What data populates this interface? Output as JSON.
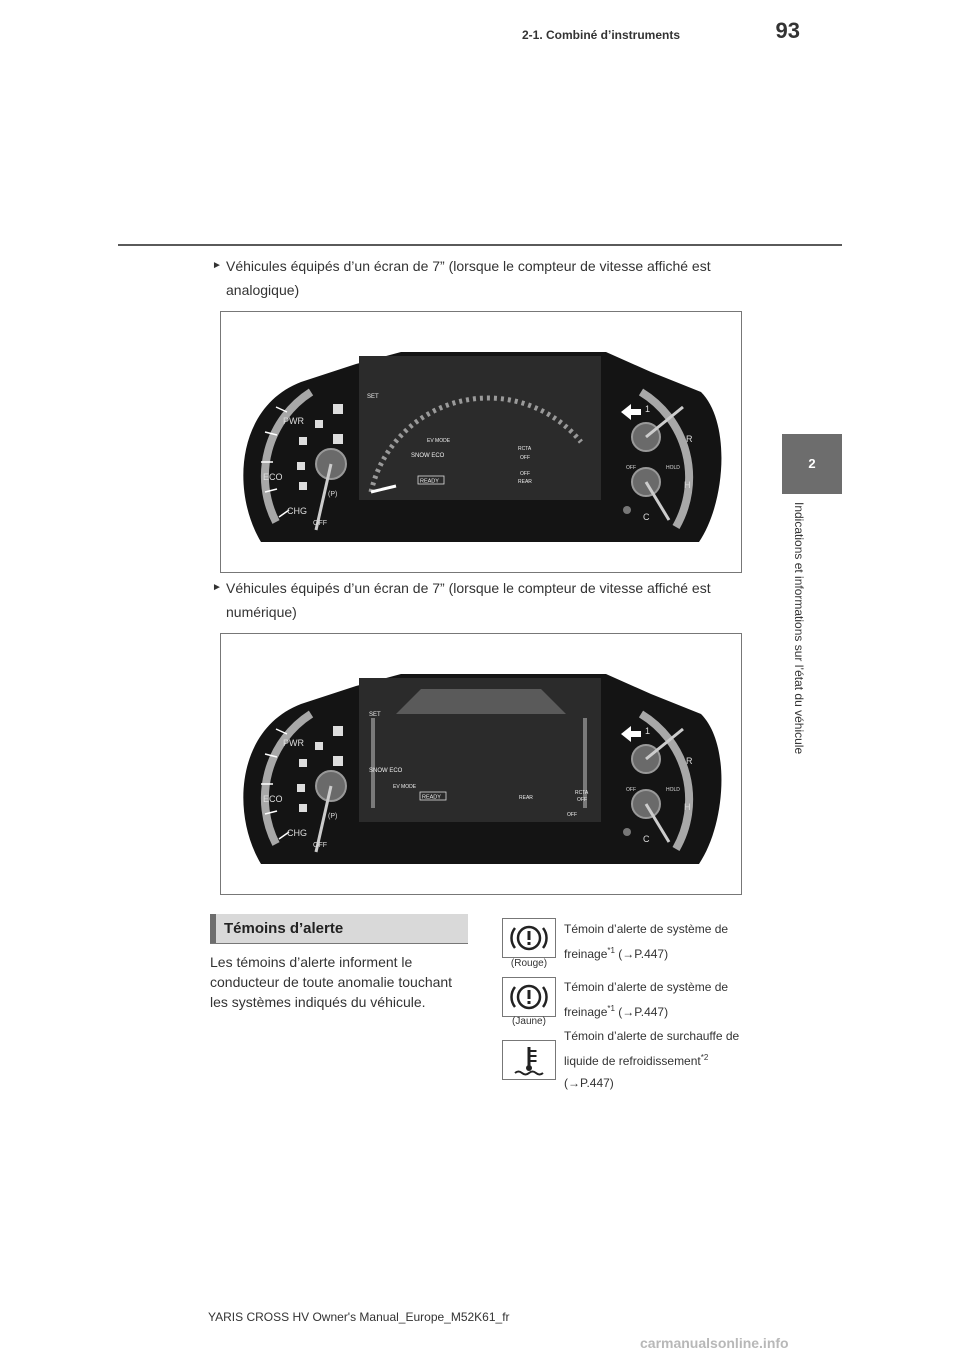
{
  "header": {
    "page_number": "93",
    "section": "2-1. Combiné d’instruments"
  },
  "chapter_tab": {
    "number": "2",
    "title": "Indications et informations sur l’état du véhicule"
  },
  "variants": [
    {
      "arrow": "►",
      "text": "Véhicules équipés d’un écran de 7” (lorsque le compteur de vitesse affiché est analogique)",
      "figure_labels": {
        "pwr": "PWR",
        "eco": "ECO",
        "chg": "CHG",
        "off_left": "OFF",
        "p_left": "(P)",
        "set": "SET",
        "ev_mode": "EV MODE",
        "snow_eco": "SNOW  ECO",
        "ready": "READY",
        "rcta": "RCTA",
        "rcta_off": "OFF",
        "pkb_off": "OFF",
        "rear": "REAR",
        "hold": "HOLD",
        "off_right": "OFF",
        "r": "R",
        "h": "H",
        "c": "C",
        "one": "1"
      }
    },
    {
      "arrow": "►",
      "text": "Véhicules équipés d’un écran de 7” (lorsque le compteur de vitesse affiché est numérique)",
      "figure_labels": {
        "pwr": "PWR",
        "eco": "ECO",
        "chg": "CHG",
        "off_left": "OFF",
        "p_left": "(P)",
        "set": "SET",
        "ev_mode": "EV MODE",
        "snow_eco": "SNOW ECO",
        "ready": "READY",
        "rcta": "RCTA",
        "rcta_off": "OFF",
        "pkb_off": "OFF",
        "rear": "REAR",
        "hold": "HOLD",
        "off_right": "OFF",
        "r": "R",
        "h": "H",
        "c": "C",
        "one": "1"
      }
    }
  ],
  "warnings": {
    "heading": "Témoins d’alerte",
    "intro": "Les témoins d’alerte informent le conducteur de toute anomalie touchant les systèmes indiqués du véhicule.",
    "items": [
      {
        "icon": "brake-warning-icon",
        "caption": "(Rouge)",
        "description": "Témoin d’alerte de système de freinage",
        "note": "*1",
        "ref": "(→P.447)",
        "color": "#222222"
      },
      {
        "icon": "brake-warning-icon",
        "caption": "(Jaune)",
        "description": "Témoin d’alerte de système de freinage",
        "note": "*1",
        "ref": "(→P.447)",
        "color": "#222222"
      },
      {
        "icon": "coolant-temperature-icon",
        "caption": "",
        "description": "Témoin d’alerte de surchauffe de liquide de refroidissement",
        "note": "*2",
        "ref": "(→P.447)",
        "color": "#222222"
      }
    ]
  },
  "footer": {
    "manual_title": "YARIS CROSS HV Owner's Manual_Europe_M52K61_fr",
    "watermark": "carmanualsonline.info"
  },
  "colors": {
    "cluster_body": "#141414",
    "gauge_arc": "#a8a8a8",
    "screen": "#2b2b2b",
    "chapter_tab": "#6d6d6d"
  }
}
